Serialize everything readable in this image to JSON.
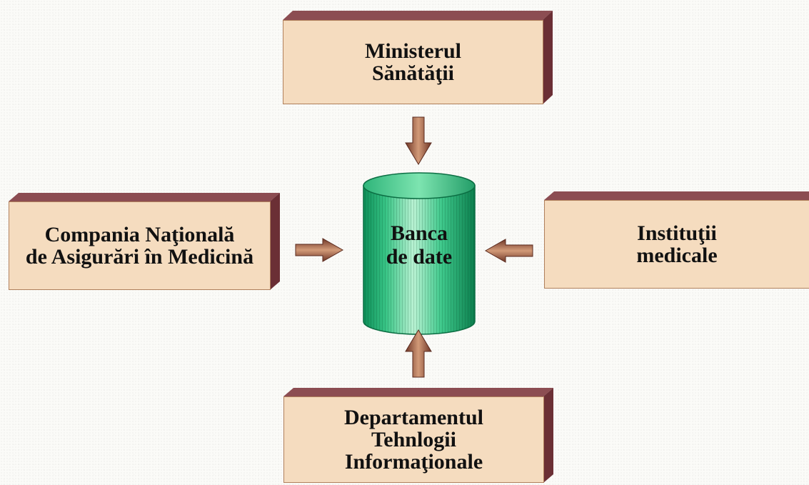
{
  "diagram": {
    "center": {
      "label": "Banca\nde date",
      "shape": "cylinder"
    },
    "nodes": [
      {
        "id": "ministerul",
        "label": "Ministerul\nSănătăţii"
      },
      {
        "id": "compania",
        "label": "Compania Naţională\nde Asigurări în Medicină"
      },
      {
        "id": "institutii",
        "label": "Instituţii\nmedicale"
      },
      {
        "id": "departamentul",
        "label": "Departamentul\nTehnlogii\nInformaţionale"
      }
    ],
    "edges": [
      {
        "from": "ministerul",
        "to": "center"
      },
      {
        "from": "compania",
        "to": "center"
      },
      {
        "from": "institutii",
        "to": "center"
      },
      {
        "from": "departamentul",
        "to": "center"
      }
    ],
    "colors": {
      "box_face": "#f5dcbf",
      "box_depth": "#7a3a3f",
      "cylinder": "#3cc78c",
      "arrow": "#8a4a37"
    }
  }
}
